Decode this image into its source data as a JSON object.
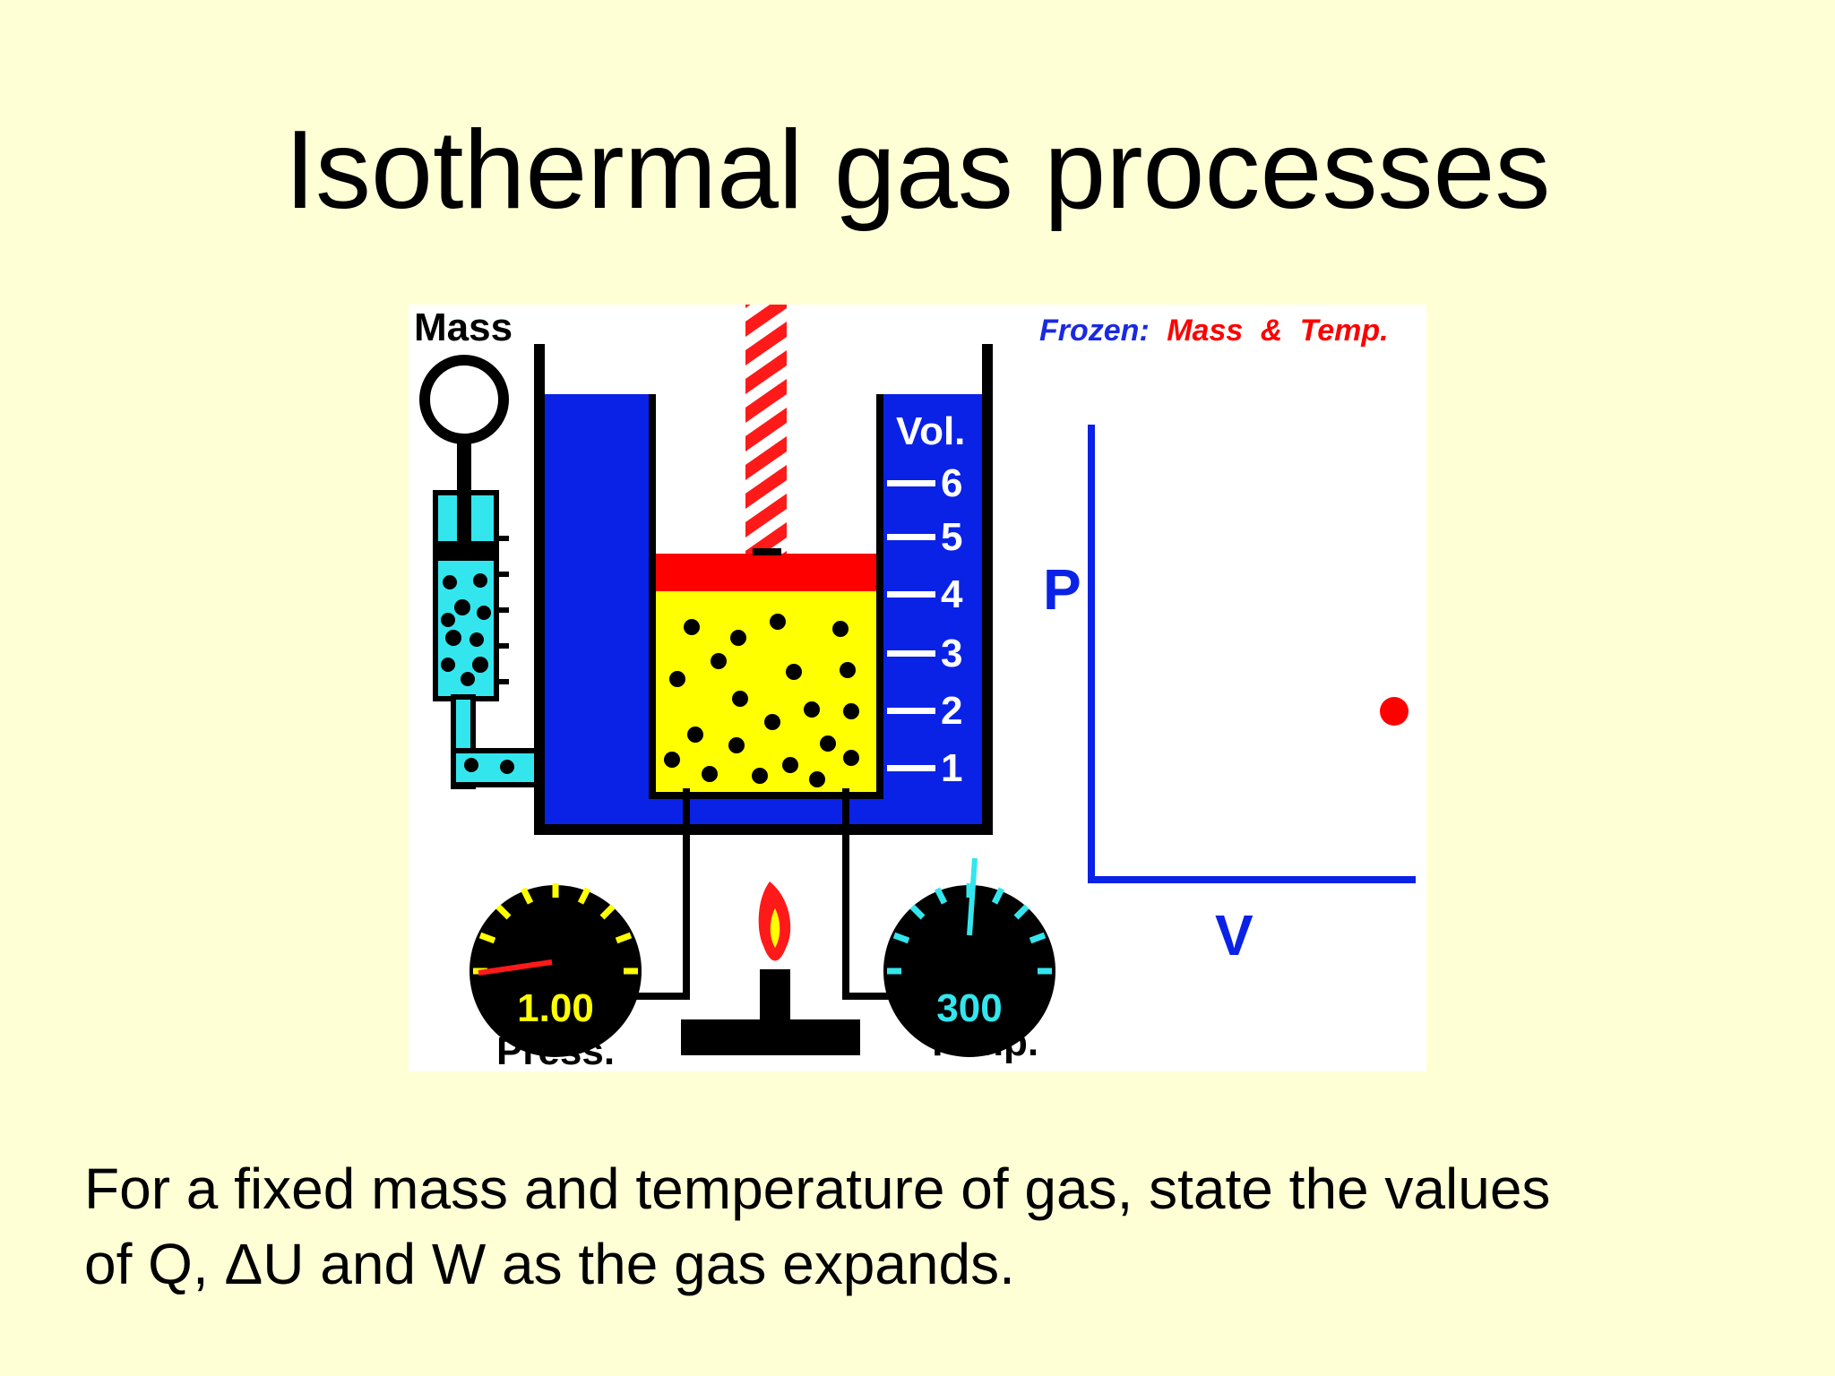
{
  "slide": {
    "title": "Isothermal gas processes",
    "body_line1": "For a fixed mass and temperature of gas, state the values",
    "body_line2": "of Q, ΔU and W as the gas expands."
  },
  "diagram": {
    "mass_label": "Mass",
    "frozen_prefix": "Frozen:",
    "frozen_mass": "Mass",
    "frozen_amp": "&",
    "frozen_temp": "Temp.",
    "volume_label": "Vol.",
    "volume_ticks": [
      "6",
      "5",
      "4",
      "3",
      "2",
      "1"
    ],
    "pressure_value": "1.00",
    "pressure_label": "Press.",
    "temperature_value": "300",
    "temperature_label": "Temp.",
    "graph_y_label": "P",
    "graph_x_label": "V"
  },
  "colors": {
    "background": "#ffffd6",
    "water": "#0a22e6",
    "gas": "#ffff00",
    "piston": "#ff0000",
    "syringe": "#33e6ee",
    "frozen_prefix": "#1a2ae0",
    "frozen_vars": "#ff0000",
    "gauge_pressure": "#ffff00",
    "gauge_temperature": "#33e6ee"
  }
}
